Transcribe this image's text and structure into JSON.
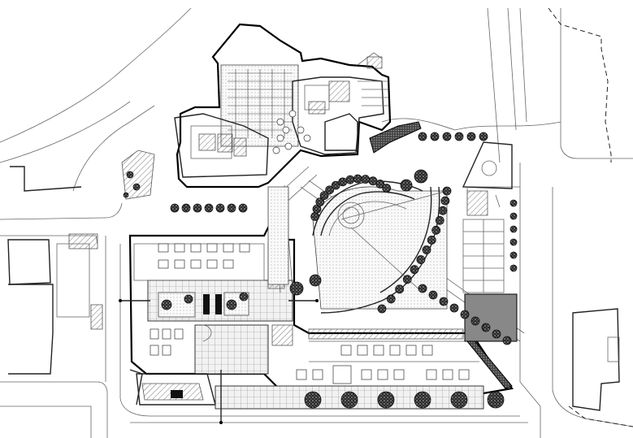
{
  "plan": {
    "kind": "architectural site plan",
    "north_arrow_label": "",
    "features": [
      "upper-building-complex",
      "central-courtyard-building",
      "lower-right-wing",
      "circular-plaza",
      "diagonal-path",
      "right-parking-strip",
      "tree-rows"
    ]
  }
}
